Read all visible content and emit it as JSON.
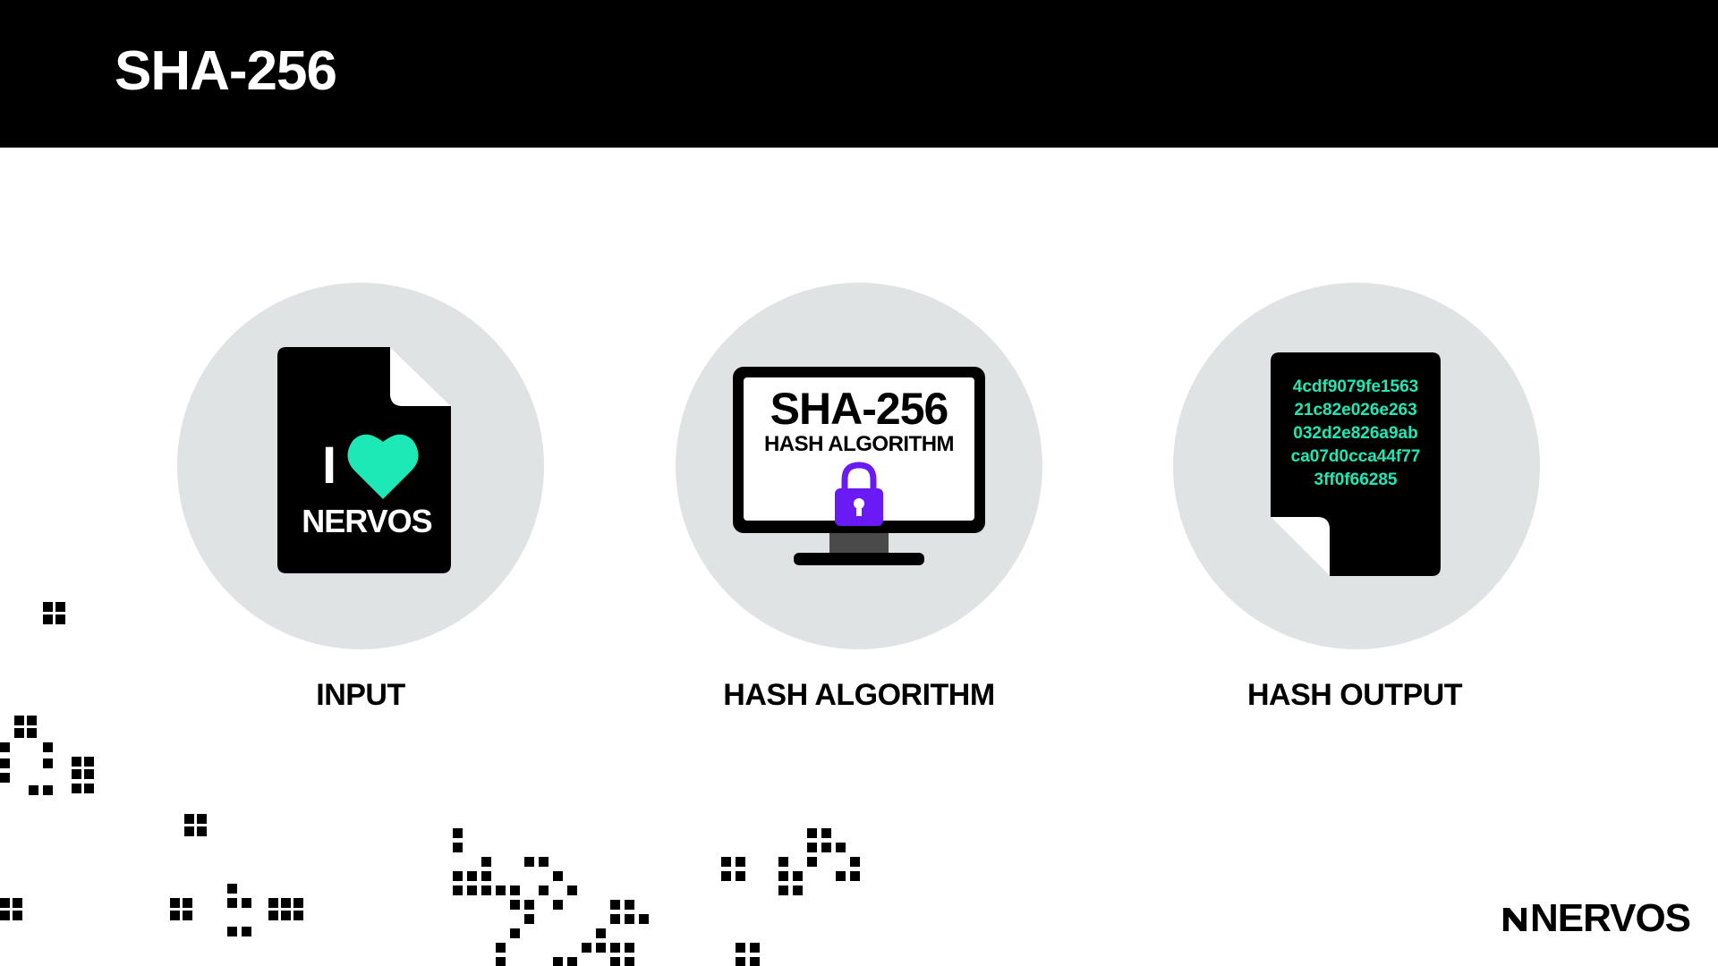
{
  "header": {
    "title": "SHA-256"
  },
  "steps": {
    "input": {
      "label": "INPUT",
      "doc_text_top": "I",
      "doc_text_bottom": "NERVOS",
      "icon": "heart-icon"
    },
    "algorithm": {
      "label": "HASH ALGORITHM",
      "screen_title": "SHA-256",
      "screen_subtitle": "HASH ALGORITHM",
      "icon": "lock-icon"
    },
    "output": {
      "label": "HASH OUTPUT",
      "hash_lines": [
        "4cdf9079fe1563",
        "21c82e026e263",
        "032d2e826a9ab",
        "ca07d0cca44f77",
        "3ff0f66285"
      ]
    }
  },
  "brand": {
    "name": "NERVOS"
  },
  "colors": {
    "header_bg": "#000000",
    "circle_bg": "#e0e3e3",
    "accent_green": "#1de9b6",
    "lock_purple": "#6a1bf5"
  }
}
